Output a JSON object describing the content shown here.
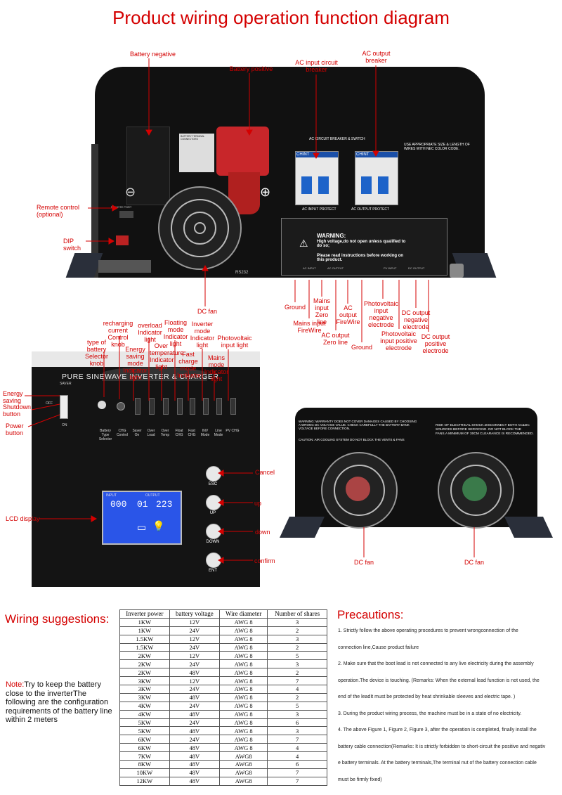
{
  "title": "Product wiring operation function diagram",
  "top_labels": {
    "battery_negative": "Battery negative",
    "battery_positive": "Battery positive",
    "ac_input_breaker": "AC input circuit breaker",
    "ac_output_breaker": "AC output breaker",
    "remote_control": "Remote control (optional)",
    "dip_switch": "DIP switch",
    "dc_fan": "DC fan",
    "ground_1": "Ground",
    "mains_firewire": "Mains input FireWire",
    "mains_zero": "Mains input Zero line",
    "ac_out_zero": "AC output Zero line",
    "ac_out_firewire": "AC output FireWire",
    "ground_2": "Ground",
    "pv_negative": "Photovoltaic input negative electrode",
    "pv_positive": "Photovoltaic input positive electrode",
    "dc_out_negative": "DC output negative electrode",
    "dc_out_positive": "DC output positive electrode"
  },
  "device_text": {
    "battery_terminal_sticker": "BATTERY TERMINAL CONNECTORS",
    "breaker_header": "AC CIRCUIT BREAKER & SWITCH",
    "wire_note": "USE APPROPRIATE SIZE & LENGTH OF WIRES WITH NEC COLOR CODE.",
    "brand": "CHINT",
    "ac_input_protect": "AC INPUT PROTECT",
    "ac_output_protect": "AC OUTPUT PROTECT",
    "warning_title": "WARNING:",
    "warning_text": "High voltage,do not open unless qualified to do so;",
    "warning_text_2": "Please read instructions before working on this product.",
    "rs232": "RS232",
    "remote_port": "REMOTE PORT",
    "terminal_ac_input": "AC INPUT",
    "terminal_ac_output": "AC OUTPUT",
    "terminal_pv_input": "PV INPUT",
    "terminal_dc_output": "DC OUTPUT"
  },
  "panel_labels": {
    "battery_type_knob": "type of battery Selector knob",
    "recharging_knob": "recharging current Control knob",
    "energy_saving_indicator": "Energy saving mode Indicator light",
    "overload_indicator": "overload Indicator light",
    "over_temp_indicator": "Over temperature Indicator light",
    "floating_indicator": "Floating mode Indicator light",
    "fast_charge_indicator": "Fast charge mode Indicator",
    "inverter_indicator": "Inverter mode Indicator light",
    "mains_indicator": "Mains mode Indicator light",
    "pv_indicator": "Photovoltaic input light",
    "energy_saving": "Energy saving",
    "shutdown": "Shutdown button",
    "power": "Power button",
    "cancel": "Cancel",
    "up": "up",
    "down": "down",
    "confirm": "confirm",
    "lcd": "LCD display"
  },
  "panel_text": {
    "header": "PURE SINEWAVE INVERTER & CHARGER",
    "saver": "SAVER",
    "off": "OFF",
    "on": "ON",
    "esc": "ESC",
    "up": "UP",
    "down": "DOWN",
    "ent": "ENT",
    "lcd_input": "INPUT",
    "lcd_output": "OUTPUT",
    "lcd_value_in": "000",
    "lcd_value_mid": "01",
    "lcd_value_out": "223",
    "leds": [
      "Battery Type Selector",
      "CHG Control",
      "Saver On",
      "Over Load",
      "Over Temp",
      "Float CHG",
      "Fast CHG",
      "INV Mode",
      "Line Mode",
      "PV CHG"
    ]
  },
  "back_labels": {
    "dc_fan_left": "DC fan",
    "dc_fan_right": "DC fan",
    "warning_left": "WARNING: WARRANTY DOES NOT COVER DAMAGES CAUSED BY CHOOSING A WRONG DC VOLTAGE VALUE. CHECK CAREFULLY THE BATTERY BANK VOLTAGE BEFORE CONNECTION.",
    "caution": "CAUTION: AIR COOLING SYSTEM DO NOT BLOCK THE VENTS & FANS",
    "warning_right": "RISK OF ELECTRICAL SHOCK.DISCONNECT BOTH AC&DC SOURCES BEFORE SERVICING. DO NOT BLOCK THE FANS.A MINIMUM OF 30CM CLEARANCE IS RECOMMENDED."
  },
  "wiring": {
    "title": "Wiring suggestions:",
    "note_key": "Note:",
    "note_text": "Try to keep the battery close to the inverterThe following are the configuration requirements of the battery line within 2 meters",
    "headers": [
      "Inverter power",
      "battery voltage",
      "Wire diameter",
      "Number of shares"
    ],
    "rows": [
      [
        "1KW",
        "12V",
        "AWG 8",
        "3"
      ],
      [
        "1KW",
        "24V",
        "AWG 8",
        "2"
      ],
      [
        "1.5KW",
        "12V",
        "AWG 8",
        "3"
      ],
      [
        "1.5KW",
        "24V",
        "AWG 8",
        "2"
      ],
      [
        "2KW",
        "12V",
        "AWG 8",
        "5"
      ],
      [
        "2KW",
        "24V",
        "AWG 8",
        "3"
      ],
      [
        "2KW",
        "48V",
        "AWG 8",
        "2"
      ],
      [
        "3KW",
        "12V",
        "AWG 8",
        "7"
      ],
      [
        "3KW",
        "24V",
        "AWG 8",
        "4"
      ],
      [
        "3KW",
        "48V",
        "AWG 8",
        "2"
      ],
      [
        "4KW",
        "24V",
        "AWG 8",
        "5"
      ],
      [
        "4KW",
        "48V",
        "AWG 8",
        "3"
      ],
      [
        "5KW",
        "24V",
        "AWG 8",
        "6"
      ],
      [
        "5KW",
        "48V",
        "AWG 8",
        "3"
      ],
      [
        "6KW",
        "24V",
        "AWG 8",
        "7"
      ],
      [
        "6KW",
        "48V",
        "AWG 8",
        "4"
      ],
      [
        "7KW",
        "48V",
        "AWG8",
        "4"
      ],
      [
        "8KW",
        "48V",
        "AWG8",
        "6"
      ],
      [
        "10KW",
        "48V",
        "AWG8",
        "7"
      ],
      [
        "12KW",
        "48V",
        "AWG8",
        "7"
      ]
    ]
  },
  "precautions": {
    "title": "Precautions:",
    "lines": [
      "1. Strictly follow the above operating procedures to prevent wrongconnection of the",
      "connection line,Cause product failure",
      "2. Make sure that the boot lead is not connected to any live electricity during the assembly",
      " operation.The device is touching. (Remarks: When the external lead function is not used, the",
      "end of the leadIt must be protected by heat shrinkable sleeves and electric tape. )",
      "3. During the product wiring process, the machine must be in a state of no electricity.",
      "4. The above Figure 1, Figure 2, Figure 3, after the operation is completed, finally install the",
      "battery cable connection(Remarks: It is strictly forbidden to short-circuit the positive and negativ",
      "e battery terminals. At the battery terminals,The terminal nut of the battery connection cable",
      "must be firmly fixed)"
    ]
  }
}
